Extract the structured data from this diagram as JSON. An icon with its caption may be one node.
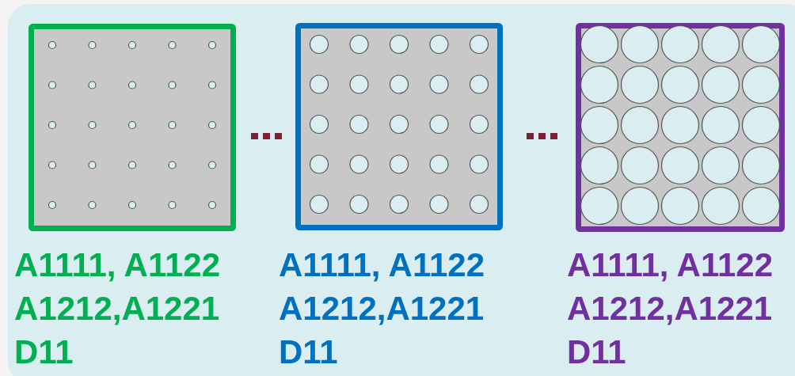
{
  "diagram": {
    "nodes": [
      {
        "text": [
          "A1111, A1122",
          "A1212,A1221",
          "D11"
        ]
      },
      {
        "text": [
          "A1111, A1122",
          "A1212,A1221",
          "D11"
        ]
      },
      {
        "text": [
          "A1111, A1122",
          "A1212,A1221",
          "D11"
        ]
      }
    ]
  }
}
